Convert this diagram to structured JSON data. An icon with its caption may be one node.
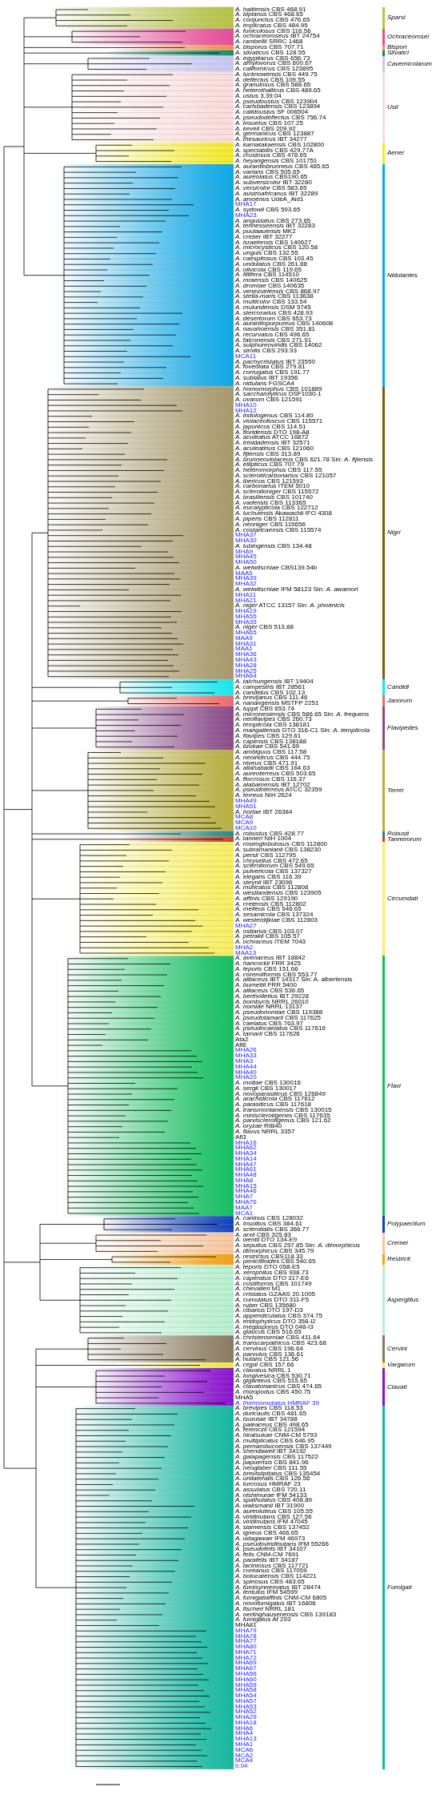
{
  "diagram": {
    "nodes": [
      {
        "text": [
          "Sparsi"
        ]
      },
      {
        "text": [
          "Ochraceorosei"
        ]
      },
      {
        "text": [
          "Bispori"
        ]
      },
      {
        "text": [
          "Silvatici"
        ]
      },
      {
        "text": [
          "Cavernicolarum"
        ]
      },
      {
        "text": [
          "Usti"
        ]
      },
      {
        "text": [
          "Aenei"
        ]
      },
      {
        "text": [
          "Nidulantes"
        ]
      },
      {
        "text": [
          "Nigri"
        ]
      },
      {
        "text": [
          "Candidi"
        ]
      },
      {
        "text": [
          "Janorum"
        ]
      },
      {
        "text": [
          "Flavipedes"
        ]
      },
      {
        "text": [
          "Terrei"
        ]
      },
      {
        "text": [
          "Robusti"
        ]
      },
      {
        "text": [
          "Tannerorum"
        ]
      },
      {
        "text": [
          "Circumdati"
        ]
      },
      {
        "text": [
          "Flavi"
        ]
      },
      {
        "text": [
          "Polypaecilum"
        ]
      },
      {
        "text": [
          "Cremei"
        ]
      },
      {
        "text": [
          "Restricti"
        ]
      },
      {
        "text": [
          "Aspergillus"
        ]
      },
      {
        "text": [
          "Cervini"
        ]
      },
      {
        "text": [
          "Vargarum"
        ]
      },
      {
        "text": [
          "Clavati"
        ]
      },
      {
        "text": [
          "Fumigati"
        ]
      }
    ],
    "labels": [
      "*A. haitiensis* CBS 468.91",
      "*A. biplanus* CBS 468.65",
      "*A. conjunctus* CBS 476.65",
      "*A. implicatus* CBS 484.95",
      "*A. funiculosus* CBS 116.56",
      "*A. ochraceoroseus* IBT 24754",
      "*A. rambellii* SRRC 1468",
      "*A. bisporus* CBS 707.71",
      "*A. silvaticus* CBS 128.55",
      "*A. egyptiacus* CBS 656.73",
      "*A. amylovorus* CBS 600.67",
      "*A. californicus* CBS 123895",
      "*A. lucknowensis* CBS 449.75",
      "*A. deflectus* CBS 109.55",
      "*A. granulosus* CBS 588.65",
      "*A. heterothallicus* CBS 489.65",
      "*A. ustus* 3.39.04",
      "*A. pseudoustus* CBS 123904",
      "*A. carlsbadensis* CBS 123894",
      "*A. calidoustus* SF 006504",
      "*A. pseudodeflectus* CBS 756.74",
      "*A. insuetus* CBS 107.25",
      "*A. keveii* CBS 209.92",
      "*A. germanicus* CBS 123887",
      "*A. thesauricus* IBT 34277",
      "*A. karnatakaensis* CBS 102800",
      "*A. spectabilis* CBS 429.77A",
      "*A. crustosus* CBS 478.65",
      "*A. heyangensis* CBS 101751",
      "*A. aurantiobrunneus* CBS 465.65",
      "*A. varians* CBS 505.65",
      "*A. aureolatus* CBS190.65",
      "*A. subversicolor* IBT 32280",
      "*A. versicolor* CBS 583.65",
      "*A. austroafricanus* IBT 32289",
      "*A. amoenus* UdeA_Aid1",
      "MHA17",
      "*A. sydowii* CBS 593.65",
      "MHA23",
      "*A. angustatus* CBS 273.65",
      "*A. tennesseensis* IBT 32283",
      "*A. puulaauensis* MK2",
      "*A. creber* IBT 32277",
      "*A. israelensis* CBS 140627",
      "*A. microcysticus* CBS 120.58",
      "*A. unguis* CBS 132.55",
      "*A. caespitosus* CBS 103.45",
      "*A. undulatus* CBS 261.88",
      "*A. olivicola* CBS 119.65",
      "*A. fillifera* CBS 114510",
      "*A. mraensis* CBS 140625",
      "*A. dromiae* CBS 140635",
      "*A. venezuelensis* CBS 868.97",
      "*A. stella-maris* CBS 113638",
      "*A. multicolor* CBS 133.54",
      "*A. mulundensis* DSM 5745",
      "*A. stercorarius* CBS 428.93",
      "*A. desertorum* CBS 653.73",
      "*A. aurantiopurpureus* CBS 140608",
      "*A. navahoensis* CBS 351.81",
      "*A. recurvatus* CBS 496.65",
      "*A. falconensis* CBS 271.91",
      "*A. sulphureoviridis* CBS 14062",
      "*A. similis* CBS 293.93",
      "MCA11",
      "*A. pachycristatus* IBT 23550",
      "*A. foveolata* CBS 279.81",
      "*A. corrugatus* CBS 191.77",
      "*A. sublatus* IBT 19356",
      "*A. nidulans* FGSCA4",
      "*A. homomorphus* CBS 101889",
      "*A. saccharolyticus* DSF1030-1",
      "*A. uvarum* CBS 121591",
      "MHA10",
      "MHA12",
      "*A. indologenus* CBS 114.80",
      "*A. violaceofuscus* CBS 115571",
      "*A. japonicus* CBS 114.51",
      "*A. floridensis* DTO 198-A8",
      "*A. aculeatus* ATCC 16872",
      "*A. trinidadensis* IBT 32571",
      "*A. aculeatinus* CBS 121060",
      "*A. fijiensis* CBS 313.89",
      "*A. brunneoviolaceus* CBS 621.78 Sin: *A. fijiensis*",
      "*A. ellipticus* CBS 707.79",
      "*A. heteromorphus* CBS 117.55",
      "*A. sclerotiicarbonarius* CBS 121057",
      "*A. ibericus* CBS 121593",
      "*A. carbonarius* ITEM 5010",
      "*A. sclerotioniger* CBS 115572",
      "*A. brasiliensis* CBS 101740",
      "*A. vadensis* CBS 113365",
      "*A. eucalypticola* CBS 122712",
      "*A. luchuensis* Akawachii IFO 4308",
      "*A. piperis* CBS 112811",
      "*A. neoniger* CBS 115656",
      "*A. costaricaensis* CBS 115574",
      "MHA37",
      "MHA30",
      "*A. tubingensis* CBS 134.48",
      "MHA9",
      "MHA45",
      "MHA50",
      "*A. welwitschiae* CBS139.54b",
      "MAA5",
      "MHA39",
      "MHA32",
      "*A. welwitschiae* IFM 58123 Sin: *A. awamori*",
      "MHA11",
      "MHA21",
      "*A. niger* ATCC 13157 Sin: *A. phoenicis*",
      "MHA19",
      "MHA55",
      "MHA35",
      "*A. niger* CBS 513.88",
      "MHA65",
      "MAA9",
      "MHA31",
      "MAA1",
      "MHA36",
      "MHA43",
      "MHA28",
      "MHA25",
      "MHA64",
      "*A. taichungensis* IBT 19404",
      "*A. campestris* IBT 28561",
      "*A. candidus* CBS 102.13",
      "*A. brevijanus* CBS 111.46",
      "*A. nanangensis* MSTFP 2251",
      "*A. luppii* CBS 653.74",
      "*A. micronesiensis* CBS 586.65 Sin: *A. frequens*",
      "*A. neoflavipes* CBS 260.73",
      "*A. templicola* CBS 138181",
      "*A. mangaliensis* DTO 316-C1 Sin: *A. templicola*",
      "*A. flavipes* CBS 129.61",
      "*A. capensis* CBS 138188",
      "*A. iizukae* CBS 541.69",
      "*A. ambiguus* CBS 117.58",
      "*A. neoindicus* CBS 444.75",
      "*A. niveus* CBS 471.91",
      "*A. allahabadii* CBS 164.63",
      "*A. aureoterreus* CBS 503.65",
      "*A. floccosus* CBS 116.37",
      "*A. alabamensis* IBT 12702",
      "*A. pseudoterreus* ATCC 32359",
      "*A. terreus* NIH 2624",
      "MHA49",
      "MHA51",
      "*A. hortae* IBT 26384",
      "MCA8",
      "MCA9",
      "MCA10",
      "*A. robustus* CBS 428.77",
      "*A. tanneri* NIH 1004",
      "*A. roseoglobulosus* CBS 112800",
      "*A. subramanianii* CBS 138230",
      "*A. persii* CBS 112795",
      "*A. chrysellus* CBS 472.65",
      "*A. sclerotiorum* CBS 549.65",
      "*A. pulvericola* CBS 137327",
      "*A. elegans* CBS 116.39",
      "*A. steynii* IBT 23096",
      "*A. muricatus* CBS 112808",
      "*A. westlandensis* CBS 123905",
      "*A. affinis* CBS 129190",
      "*A. cretensis* CBS 112802",
      "*A. melleus* CBS 546.65",
      "*A. sesamicola* CBS 137324",
      "*A. westerdijkiae* CBS 112803",
      "MHA27",
      "*A. ostianus* CBS 103.07",
      "*A. petrakii* CBS 105.57",
      "*A. ochraceus* ITEM 7043",
      "MHA2",
      "MAA13",
      "*A. avenaceus* IBT 18842",
      "*A. hancockii* FRR 3425",
      "*A. leporis* CBS 151.66",
      "*A. coremiiformis* CBS 553.77",
      "*A. alliaceus* IBT 14317 Sin: A. albertensis",
      "*A. burnettii* FRR 5400",
      "*A. alliaceus* CBS 536.65",
      "*A. bertholletius* IBT 29228",
      "*A. bombycis* NRRL 26010",
      "*A. nomiae* NRRL 13137",
      "*A. pseudonomiae* CBS 119388",
      "*A. pseudotamarii* CBS 117625",
      "*A. caelatus* CBS 763.97",
      "*A. pseudocaelatus* CBS 117616",
      "*A. tamarii* CBS 117626",
      "Ata2",
      "Afl6",
      "MHA26",
      "MHA33",
      "MHA3",
      "MHA44",
      "MHA40",
      "MHA20",
      "*A. mottae* CBS 130016",
      "*A. sergii* CBS 130017",
      "*A. novoparasiticus* CBS 126849",
      "*A. arachidicola* CBS 117612",
      "*A. parasiticus* CBS 117618",
      "*A. transmontanensis* CBS 130015",
      "*A. minisclerotigenes* CBS 117635",
      "*A. parvisclerotigenus* CBS 121.62",
      "*A. oryzae* RIB40",
      "*A. flavus* NRRL 3357",
      "Afl3",
      "MHA16",
      "MHA62",
      "MHA34",
      "MHA14",
      "MHA47",
      "MHA61",
      "MHA48",
      "MHA8",
      "MHA15",
      "MHA46",
      "MHA7",
      "MHA76",
      "MAA7",
      "MCA1",
      "*A. caninus* CBS 128032",
      "*A. insolitus* CBS 384.61",
      "*A. sclerotialis* CBS 366.77",
      "*A. arxii* CBS 325.83",
      "*A. wentii* DTO 134-E9",
      "*A. sepultus* CBS 257.85 Sin: *A. dimorphicus*",
      "*A. dimorphicus* CBS 345.79",
      "*A. restrictus* CBS118.33",
      "*A. penicillioides* CBS 540.65",
      "*A. teporis* DTO 058-E5",
      "*A. xerophilus* CBS 938.73",
      "*A. caperatus* DTO 317-E6",
      "*A. costiformis* CBS 101749",
      "*A. chevalieri* M1",
      "*A. cristatus* GZAAS 20.1005",
      "*A. cumulatus* DTO 311-F5",
      "*A. ruber* CBS 135680",
      "*A. cibarius* DTO 197-D3",
      "*A. appendiculatus* CBS 374.75",
      "*A. endophyticus* DTO 358-I2",
      "*A. megasporus* DTO 048-I3",
      "*A. glaucus* CBS 516.65",
      "*A. christenseniae* CBS 411.64",
      "*A. transcarpathicus* CBS 423.68",
      "*A. cervinus* CBS 196.64",
      "*A. parvulus* CBS 136.61",
      "*A. nutans* CBS 121.56",
      "*A. cejpii* CBS 157.66",
      "*A. clavatus* NRRL 1",
      "*A. longivesica* CBS 530.71",
      "*A. giganteus* CBS 515.65",
      "*A. clavatonanicus* CBS 474.65",
      "*A. rhizopodus* CBS 450.75",
      "MHA5",
      "*A. thermomutatus* HMRAF 39",
      "*A. brevipes* CBS 118.53",
      "*A. duricaulis* CBS 481.65",
      "*A. tsurutae* IBT 34788",
      "*A. paleaceus* CBS 498.65",
      "*A. ferenczii* CBS 121594",
      "*A. hiratsukae* CNM-CM 5793",
      "*A. multiplicatus* CBS 646.95",
      "*A. pernambucoensis* CBS 137449",
      "*A. shendaweii* IBT 34192",
      "*A. galapagensis* CBS 117522",
      "*A. papuensis* CBS 841.96",
      "*A. neoglaber* CBS 111.55",
      "*A. brevistipitatus* CBS 135454",
      "*A. unilateralis* CBS 126.56",
      "*A. turcosus* HMRAF 23",
      "*A. assulatus* CBS 720.11",
      "*A. nishimurae* IFM 54133",
      "*A. spathulatus* CBS 408.89",
      "*A. waksmanii* IBT 31900",
      "*A. aureoluteus* CBS 105.55",
      "*A. viridinutans* CBS 127.56",
      "*A. viridinutans* IFM 47045",
      "*A. siamensis* CBS 137452",
      "*A. igneus* CBS 466.65",
      "*A. udagawae* IFM 46973",
      "*A. pseudoviridinutans* IFM 55266",
      "*A. pseudofelis* IBT 34107",
      "*A. felis* CNM-CM 7691",
      "*A. parafelis* IBT 34187",
      "*A. laciniosus* CBS 117721",
      "*A. coreanus* CBS 117059",
      "*A. botucatensis* CBS 114221",
      "*A. spinosus* CBS 483.65",
      "*A. fumisynnematus* IBT 28474",
      "*A. lentulus* IFM 54599",
      "*A. fumigatiaffinis* CNM-CM 6805",
      "*A. novofumigatus* IBT 16806",
      "*A. fischeri* NRRL 181",
      "*A. oerlinghausenensis* CBS 139183",
      "*A. fumigatus* Af 293",
      "MHA81",
      "MHA79",
      "MHA78",
      "MHA77",
      "MHA80",
      "MHA71",
      "MHA72",
      "MHA69",
      "MHA67",
      "MHA56",
      "MHA60",
      "MHA59",
      "MHA58",
      "MHA54",
      "MHA57",
      "MHA53",
      "MHA52",
      "MHA29",
      "MHA18",
      "MHA6",
      "MHA4",
      "MHA13",
      "MHA1",
      "MCA6",
      "MCA2",
      "MCA4",
      "0.04"
    ]
  }
}
